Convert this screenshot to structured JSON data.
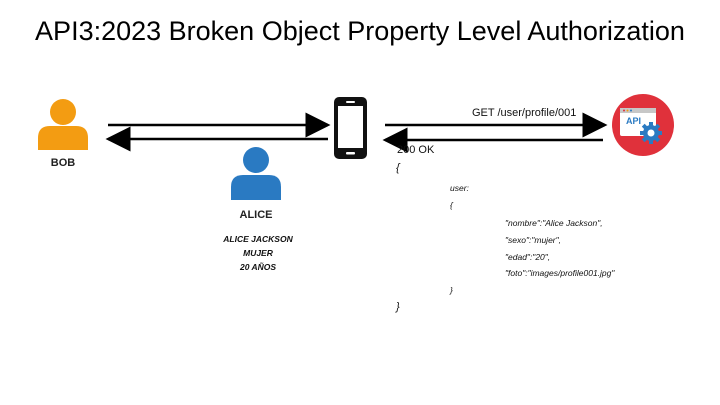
{
  "title": "API3:2023 Broken Object Property Level Authorization",
  "actors": {
    "bob": {
      "name": "BOB",
      "color": "#f39c12"
    },
    "alice": {
      "name": "ALICE",
      "color": "#2a7ac2",
      "details": [
        "ALICE JACKSON",
        "MUJER",
        "20 AÑOS"
      ]
    },
    "phone": {
      "icon": "smartphone-icon"
    },
    "api": {
      "icon": "api-gear-icon",
      "label": "API",
      "color": "#e0313b"
    }
  },
  "request": {
    "label": "GET /user/profile/001"
  },
  "response": {
    "status": "200 OK",
    "open_brace": "{",
    "close_brace": "}",
    "user_key": "user:",
    "inner_open": "{",
    "inner_close": "}",
    "fields": [
      "\"nombre\":\"Alice Jackson\",",
      "\"sexo\":\"mujer\",",
      "\"edad\":\"20\",",
      "\"foto\":\"images/profile001.jpg\""
    ]
  }
}
